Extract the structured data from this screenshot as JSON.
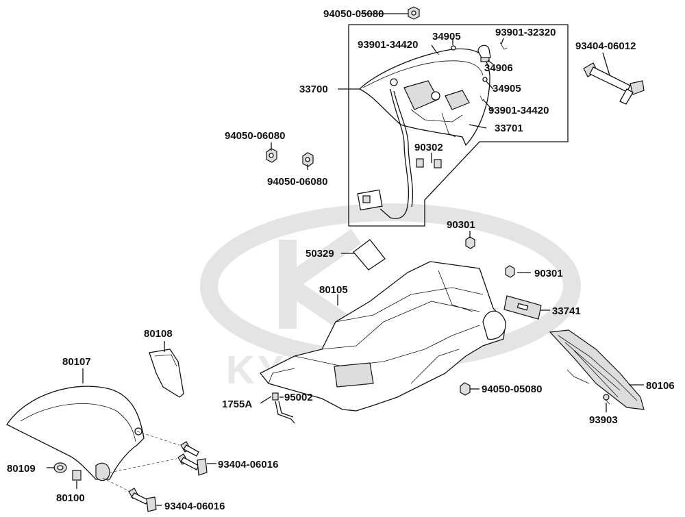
{
  "watermark": {
    "brand": "KYMCO"
  },
  "labels": {
    "p94050_05080_top": "94050-05080",
    "p34905_a": "34905",
    "p93901_32320": "93901-32320",
    "p93901_34420_a": "93901-34420",
    "p34906": "34906",
    "p34905_b": "34905",
    "p93901_34420_b": "93901-34420",
    "p33701": "33701",
    "p33700": "33700",
    "p93404_06012": "93404-06012",
    "p94050_06080_a": "94050-06080",
    "p94050_06080_b": "94050-06080",
    "p90302": "90302",
    "p90301_a": "90301",
    "p90301_b": "90301",
    "p50329": "50329",
    "p80105": "80105",
    "p33741": "33741",
    "p80108": "80108",
    "p80107": "80107",
    "p95002": "95002",
    "p1755A": "1755A",
    "p94050_05080_b": "94050-05080",
    "p80106": "80106",
    "p93903": "93903",
    "p80109": "80109",
    "p93404_06016_a": "93404-06016",
    "p80100": "80100",
    "p93404_06016_b": "93404-06016"
  }
}
